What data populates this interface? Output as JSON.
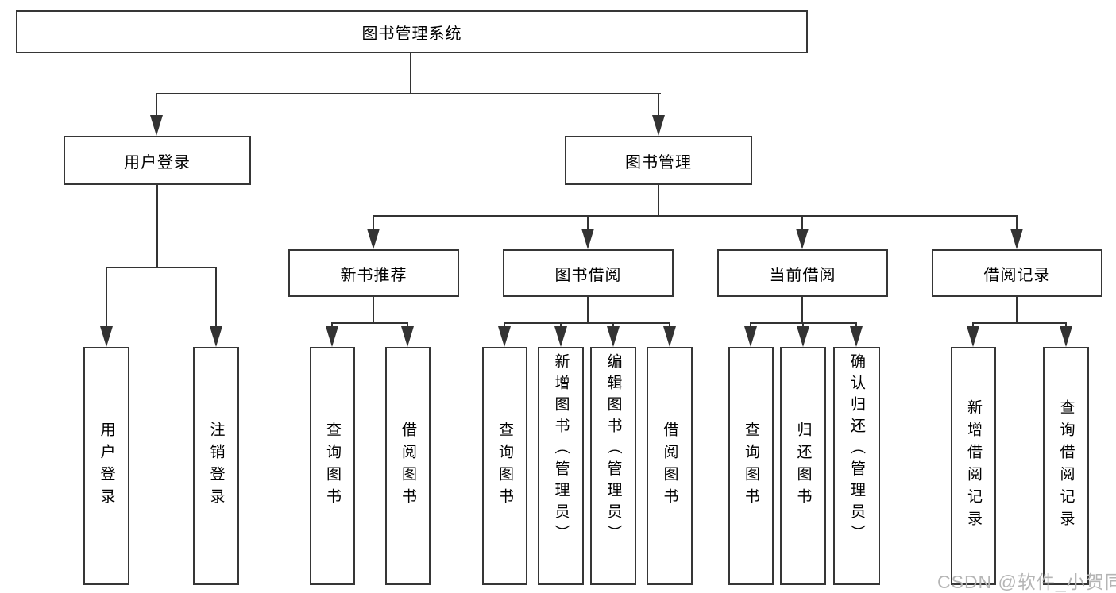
{
  "watermark": "CSDN @软件_小贺同学",
  "colors": {
    "line": "#333333",
    "box_border": "#363636",
    "box_fill": "#ffffff",
    "text": "#000000",
    "watermark": "#b5b5b5"
  },
  "tree": {
    "label": "图书管理系统",
    "children": [
      {
        "label": "用户登录",
        "children": [
          {
            "label": "用户登录"
          },
          {
            "label": "注销登录"
          }
        ]
      },
      {
        "label": "图书管理",
        "children": [
          {
            "label": "新书推荐",
            "children": [
              {
                "label": "查询图书"
              },
              {
                "label": "借阅图书"
              }
            ]
          },
          {
            "label": "图书借阅",
            "children": [
              {
                "label": "查询图书"
              },
              {
                "label": "新增图书（管理员）"
              },
              {
                "label": "编辑图书（管理员）"
              },
              {
                "label": "借阅图书"
              }
            ]
          },
          {
            "label": "当前借阅",
            "children": [
              {
                "label": "查询图书"
              },
              {
                "label": "归还图书"
              },
              {
                "label": "确认归还（管理员）"
              }
            ]
          },
          {
            "label": "借阅记录",
            "children": [
              {
                "label": "新增借阅记录"
              },
              {
                "label": "查询借阅记录"
              }
            ]
          }
        ]
      }
    ]
  }
}
